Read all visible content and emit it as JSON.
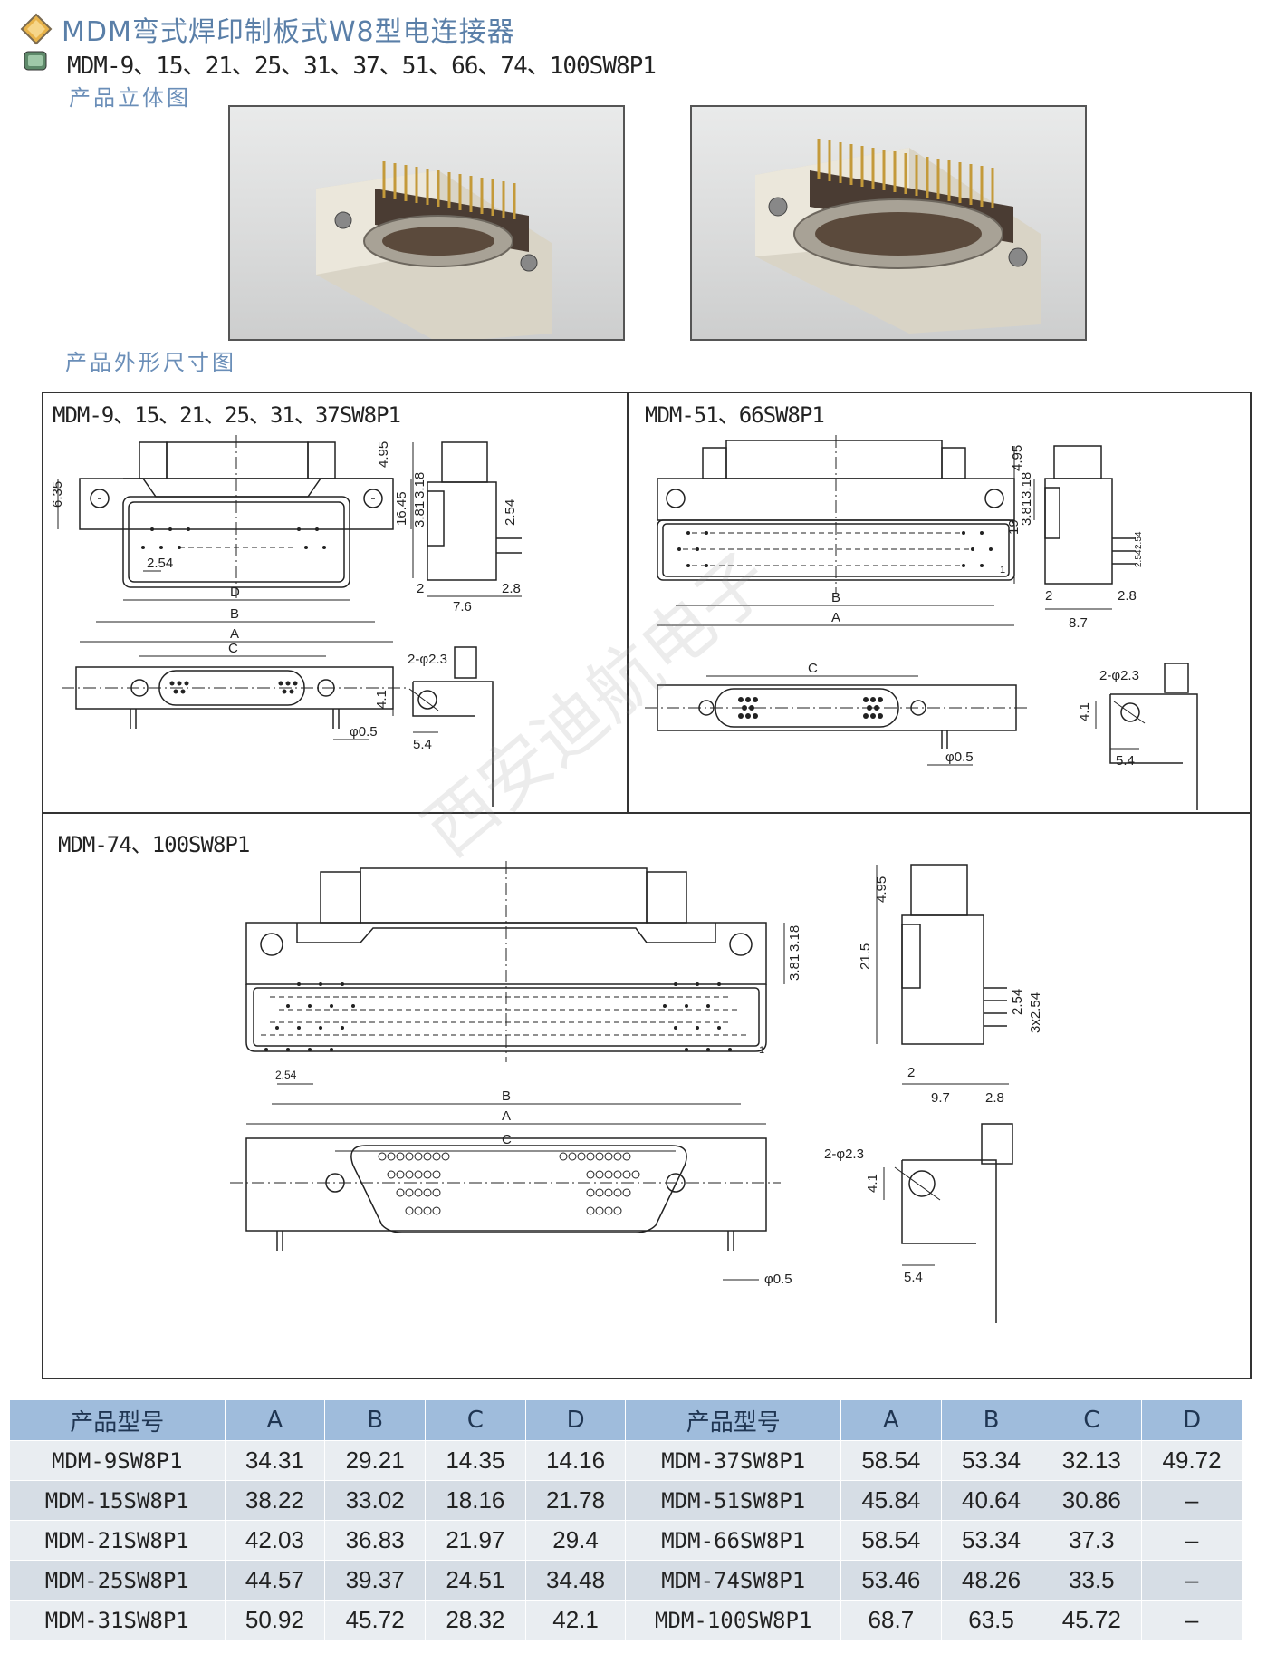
{
  "header": {
    "title": "MDM弯式焊印制板式W8型电连接器",
    "models": "MDM-9、15、21、25、31、37、51、66、74、100SW8P1",
    "photo_section": "产品立体图",
    "dimension_section": "产品外形尺寸图"
  },
  "panels": {
    "p1": {
      "label": "MDM-9、15、21、25、31、37SW8P1",
      "dims": {
        "h635": "6.35",
        "h495": "4.95",
        "h1645": "16.45",
        "h318": "3.18",
        "h381": "3.81",
        "h254v": "2.54",
        "p254": "2.54",
        "w2": "2",
        "w76": "7.6",
        "w28": "2.8",
        "D": "D",
        "B": "B",
        "A": "A",
        "C": "C",
        "hole": "2-φ2.3",
        "h41": "4.1",
        "w54": "5.4",
        "pin": "φ0.5"
      }
    },
    "p2": {
      "label": "MDM-51、66SW8P1",
      "dims": {
        "h495": "4.95",
        "h19": "19",
        "h318": "3.18",
        "h381": "3.81",
        "pins": "2.54",
        "pins2": "2.54",
        "w2": "2",
        "w87": "8.7",
        "w28": "2.8",
        "B": "B",
        "A": "A",
        "C": "C",
        "hole": "2-φ2.3",
        "h41": "4.1",
        "w54": "5.4",
        "pin": "φ0.5",
        "one": "1"
      }
    },
    "p3": {
      "label": "MDM-74、100SW8P1",
      "dims": {
        "h495": "4.95",
        "h215": "21.5",
        "h318": "3.18",
        "h381": "3.81",
        "v254": "2.54",
        "v3x": "3x2.54",
        "p254": "2.54",
        "w2": "2",
        "w97": "9.7",
        "w28": "2.8",
        "B": "B",
        "A": "A",
        "C": "C",
        "hole": "2-φ2.3",
        "h41": "4.1",
        "w54": "5.4",
        "pin": "φ0.5",
        "one": "1"
      }
    }
  },
  "watermark": "西安迪航电子",
  "table": {
    "headers": [
      "产品型号",
      "A",
      "B",
      "C",
      "D",
      "产品型号",
      "A",
      "B",
      "C",
      "D"
    ],
    "rows": [
      [
        "MDM-9SW8P1",
        "34.31",
        "29.21",
        "14.35",
        "14.16",
        "MDM-37SW8P1",
        "58.54",
        "53.34",
        "32.13",
        "49.72"
      ],
      [
        "MDM-15SW8P1",
        "38.22",
        "33.02",
        "18.16",
        "21.78",
        "MDM-51SW8P1",
        "45.84",
        "40.64",
        "30.86",
        "–"
      ],
      [
        "MDM-21SW8P1",
        "42.03",
        "36.83",
        "21.97",
        "29.4",
        "MDM-66SW8P1",
        "58.54",
        "53.34",
        "37.3",
        "–"
      ],
      [
        "MDM-25SW8P1",
        "44.57",
        "39.37",
        "24.51",
        "34.48",
        "MDM-74SW8P1",
        "53.46",
        "48.26",
        "33.5",
        "–"
      ],
      [
        "MDM-31SW8P1",
        "50.92",
        "45.72",
        "28.32",
        "42.1",
        "MDM-100SW8P1",
        "68.7",
        "63.5",
        "45.72",
        "–"
      ]
    ]
  },
  "colors": {
    "title": "#5a7fa8",
    "table_header": "#9fbcdc",
    "row_light": "#e9edf1",
    "row_dark": "#d6dde5"
  }
}
